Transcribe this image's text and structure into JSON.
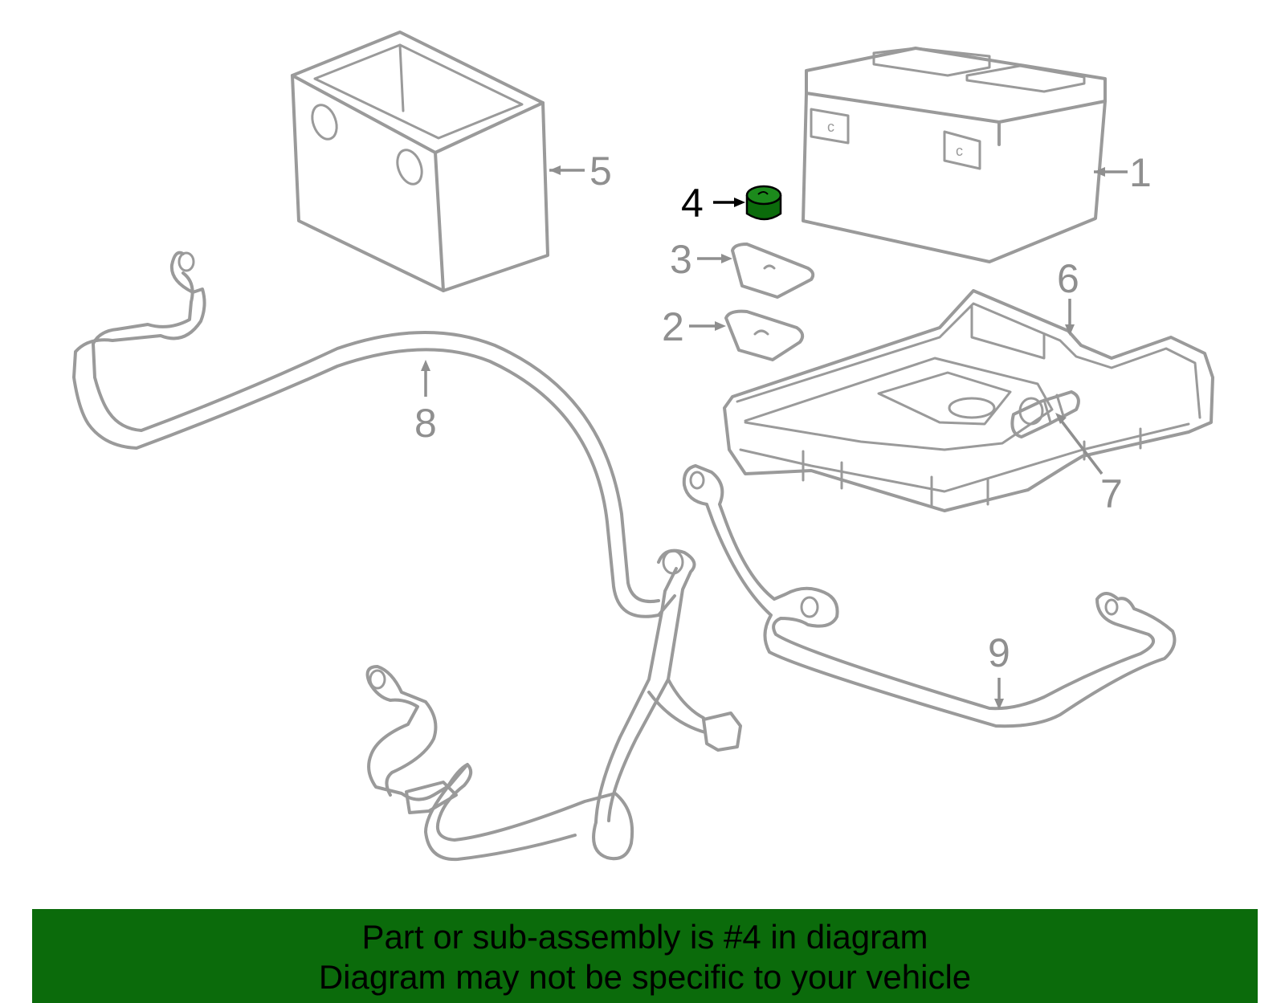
{
  "diagram": {
    "callouts": [
      {
        "id": "1",
        "text": "1"
      },
      {
        "id": "2",
        "text": "2"
      },
      {
        "id": "3",
        "text": "3"
      },
      {
        "id": "4",
        "text": "4"
      },
      {
        "id": "5",
        "text": "5"
      },
      {
        "id": "6",
        "text": "6"
      },
      {
        "id": "7",
        "text": "7"
      },
      {
        "id": "8",
        "text": "8"
      },
      {
        "id": "9",
        "text": "9"
      }
    ],
    "highlighted_part": "4",
    "colors": {
      "outline": "#9a9a9a",
      "highlight_fill": "#0b6b0b",
      "highlight_label": "#000000",
      "banner_bg": "#0b6b0b"
    }
  },
  "banner": {
    "line1": "Part or sub-assembly is #4 in diagram",
    "line2": "Diagram may not be specific to your vehicle"
  }
}
